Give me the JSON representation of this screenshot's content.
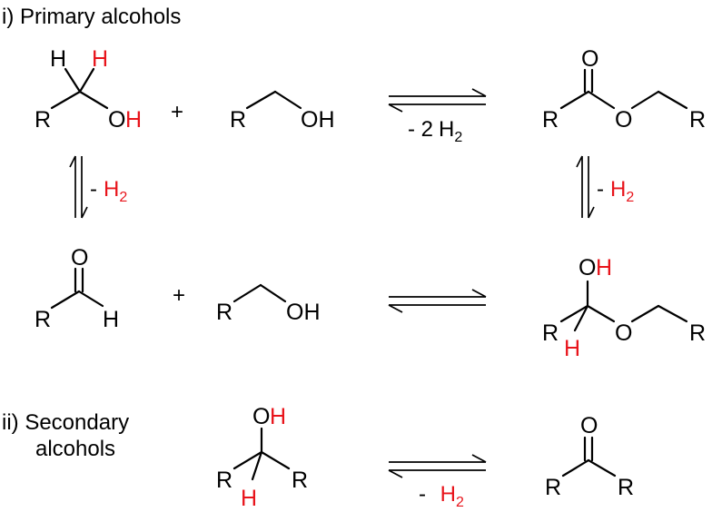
{
  "colors": {
    "bond": "#000000",
    "highlight": "#e8141b"
  },
  "sections": {
    "primary": {
      "title": "i) Primary alcohols"
    },
    "secondary": {
      "title_line1": "ii) Secondary",
      "title_line2": "alcohols"
    }
  },
  "labels": {
    "R": "R",
    "H": "H",
    "O": "O",
    "OH": "OH",
    "plus": "+",
    "minus": "-",
    "minus2": "- 2",
    "minus_sp": "- ",
    "H2_H": "H",
    "sub2": "2"
  }
}
